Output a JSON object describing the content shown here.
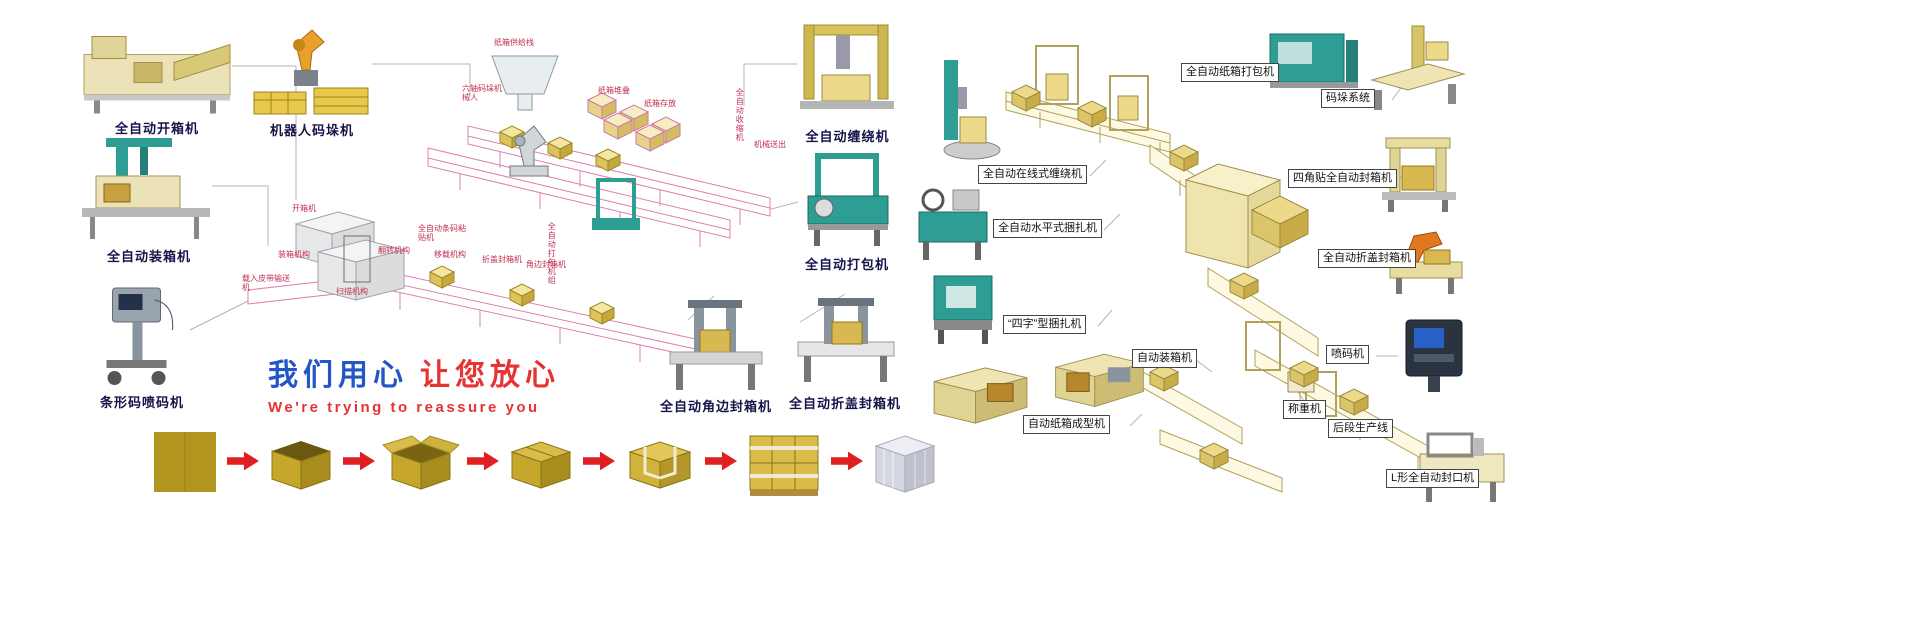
{
  "slogan": {
    "cn_blue": "我们用心",
    "cn_red": "让您放心",
    "en": "We're trying to reassure you"
  },
  "left_machines": {
    "opener": "全自动开箱机",
    "robot_palletizer": "机器人码垛机",
    "case_packer": "全自动装箱机",
    "barcode_printer": "条形码喷码机"
  },
  "mid_machines": {
    "wrapper": "全自动缠绕机",
    "strapper": "全自动打包机",
    "corner_sealer": "全自动角边封箱机",
    "flap_sealer": "全自动折盖封箱机"
  },
  "center_labels": [
    {
      "text": "纸箱供给栈"
    },
    {
      "text": "六轴码垛机械人"
    },
    {
      "text": "纸箱堆叠"
    },
    {
      "text": "纸箱存放"
    },
    {
      "text": "全自动收缩机"
    },
    {
      "text": "机械送出"
    },
    {
      "text": "开箱机"
    },
    {
      "text": "装箱机构"
    },
    {
      "text": "全自动条码粘贴机"
    },
    {
      "text": "翻转机构"
    },
    {
      "text": "移载机构"
    },
    {
      "text": "折盖封箱机"
    },
    {
      "text": "角边封箱机"
    },
    {
      "text": "全自动打包机组"
    },
    {
      "text": "载入皮带输送机"
    },
    {
      "text": "扫描机构"
    }
  ],
  "right_callouts": [
    {
      "text": "全自动纸箱打包机"
    },
    {
      "text": "码垛系统"
    },
    {
      "text": "四角贴全自动封箱机"
    },
    {
      "text": "全自动在线式缠绕机"
    },
    {
      "text": "全自动水平式捆扎机"
    },
    {
      "text": "全自动折盖封箱机"
    },
    {
      "text": "“四字”型捆扎机"
    },
    {
      "text": "自动装箱机"
    },
    {
      "text": "喷码机"
    },
    {
      "text": "自动纸箱成型机"
    },
    {
      "text": "称重机"
    },
    {
      "text": "后段生产线"
    },
    {
      "text": "L形全自动封口机"
    }
  ],
  "process_icons": [
    "carton-blank",
    "carton-erected-open",
    "carton-flaps-open",
    "carton-closed",
    "carton-strapped",
    "pallet-stack",
    "pallet-wrapped"
  ],
  "colors": {
    "slogan_blue": "#2257c5",
    "slogan_red": "#e63434",
    "arrow_red": "#e02020",
    "carton_yellow": "#c7a62c",
    "machine_teal": "#2e9d94",
    "diagram_pink": "#e080b0",
    "pale_yellow": "#f5efcf"
  }
}
